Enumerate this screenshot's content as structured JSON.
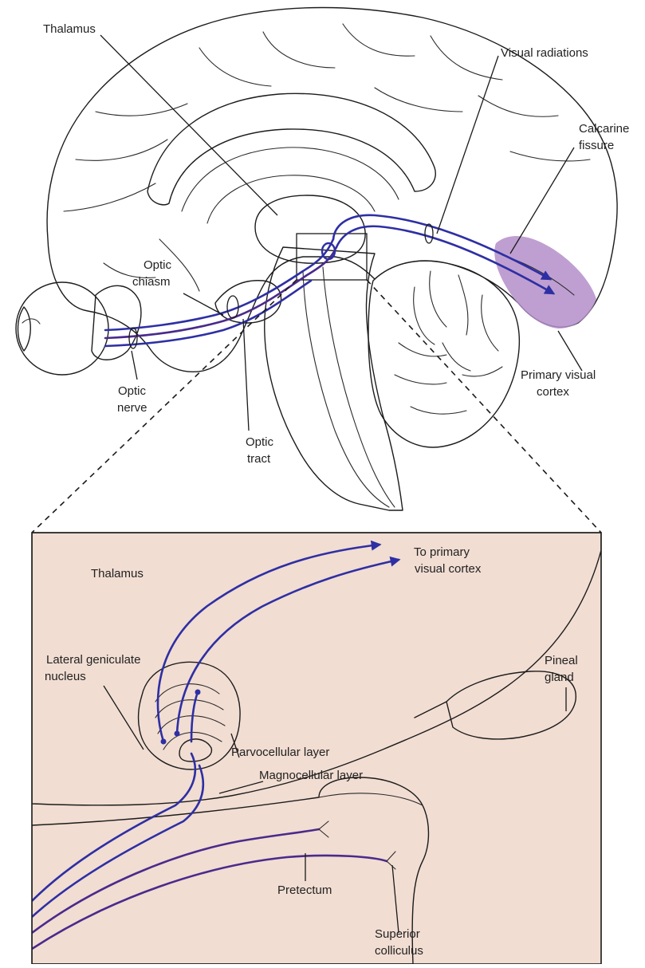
{
  "colors": {
    "brain": "#f1ddd2",
    "brain_shadow": "#e8cfc3",
    "thalamus": "#f4f4ef",
    "eye": "#c9d6cc",
    "pathway": "#2e2fa4",
    "pathway_dark": "#4a2a8c",
    "visual_cortex_highlight": "#b48ec9",
    "lgn": "#b592cf"
  },
  "top_panel": {
    "labels": {
      "thalamus": "Thalamus",
      "visual_radiations": "Visual radiations",
      "calcarine_line1": "Calcarine",
      "calcarine_line2": "fissure",
      "optic_chiasm_line1": "Optic",
      "optic_chiasm_line2": "chiasm",
      "optic_nerve_line1": "Optic",
      "optic_nerve_line2": "nerve",
      "optic_tract_line1": "Optic",
      "optic_tract_line2": "tract",
      "primary_visual_cortex_line1": "Primary visual",
      "primary_visual_cortex_line2": "cortex"
    }
  },
  "inset_panel": {
    "labels": {
      "thalamus": "Thalamus",
      "to_cortex_line1": "To primary",
      "to_cortex_line2": "visual cortex",
      "lgn_line1": "Lateral geniculate",
      "lgn_line2": "nucleus",
      "pineal_line1": "Pineal",
      "pineal_line2": "gland",
      "parvocellular": "Parvocellular layer",
      "magnocellular": "Magnocellular layer",
      "pretectum": "Pretectum",
      "superior_colliculus_line1": "Superior",
      "superior_colliculus_line2": "colliculus"
    }
  }
}
